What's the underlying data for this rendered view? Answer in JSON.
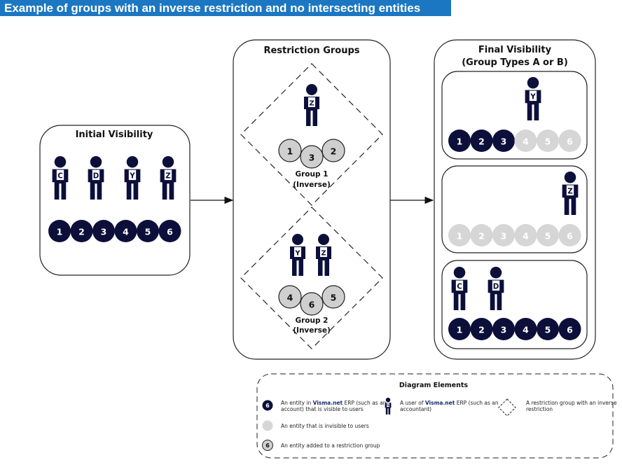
{
  "banner_title": "Example of groups with an inverse restriction and no intersecting entities",
  "colors": {
    "banner": "#1c77c2",
    "entity_visible": "#0c0f3a",
    "entity_invisible": "#d6d6d6",
    "entity_group": "#cfcfcf"
  },
  "initial": {
    "title": "Initial Visibility",
    "users": [
      "C",
      "D",
      "Y",
      "Z"
    ],
    "entities": [
      "1",
      "2",
      "3",
      "4",
      "5",
      "6"
    ]
  },
  "restriction": {
    "title": "Restriction Groups",
    "group1": {
      "users": [
        "Z"
      ],
      "entities": [
        "1",
        "2",
        "3"
      ],
      "name": "Group 1",
      "type": "(Inverse)"
    },
    "group2": {
      "users": [
        "Y",
        "Z"
      ],
      "entities": [
        "4",
        "5",
        "6"
      ],
      "name": "Group 2",
      "type": "(Inverse)"
    }
  },
  "final": {
    "title_line1": "Final Visibility",
    "title_line2": "(Group Types A or B)",
    "panels": [
      {
        "users": [
          "Y"
        ],
        "entities": [
          "1",
          "2",
          "3",
          "4",
          "5",
          "6"
        ],
        "visible": [
          true,
          true,
          true,
          false,
          false,
          false
        ]
      },
      {
        "users": [
          "Z"
        ],
        "entities": [
          "1",
          "2",
          "3",
          "4",
          "5",
          "6"
        ],
        "visible": [
          false,
          false,
          false,
          false,
          false,
          false
        ]
      },
      {
        "users": [
          "C",
          "D"
        ],
        "entities": [
          "1",
          "2",
          "3",
          "4",
          "5",
          "6"
        ],
        "visible": [
          true,
          true,
          true,
          true,
          true,
          true
        ]
      }
    ]
  },
  "legend": {
    "title": "Diagram Elements",
    "visible_entity": {
      "sample": "6",
      "prefix": "An entity in ",
      "brand": "Visma.net",
      "line1_suffix": " ERP (such as an",
      "line2": "account) that is visible to users"
    },
    "invisible_entity": {
      "text": "An entity that is invisible to users"
    },
    "group_entity": {
      "sample": "6",
      "text": "An entity added to a restriction group"
    },
    "user": {
      "sample": "G",
      "prefix": "A user of ",
      "brand": "Visma.net",
      "line1_suffix": " ERP (such as an",
      "line2": "accountant)"
    },
    "group": {
      "line1": "A restriction group with an inverse",
      "line2": "restriction"
    }
  }
}
